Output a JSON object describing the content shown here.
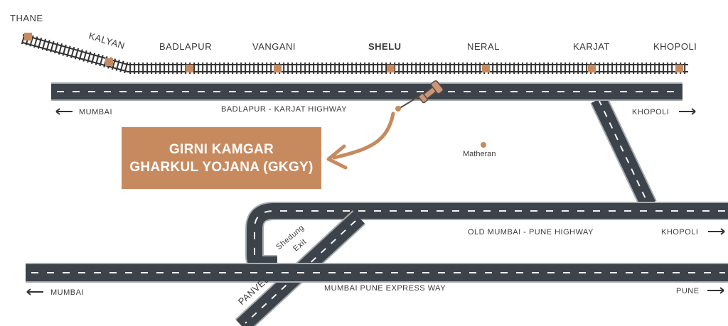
{
  "stations": {
    "thane": "THANE",
    "kalyan": "KALYAN",
    "badlapur": "BADLAPUR",
    "vangani": "VANGANI",
    "shelu": "SHELU",
    "neral": "NERAL",
    "karjat": "KARJAT",
    "khopoli": "KHOPOLI"
  },
  "roads": {
    "badlapur_karjat_highway": "BADLAPUR - KARJAT HIGHWAY",
    "old_mumbai_pune_highway": "OLD MUMBAI - PUNE HIGHWAY",
    "mumbai_pune_expressway": "MUMBAI PUNE EXPRESS WAY",
    "shedung_exit_line1": "Shedung",
    "shedung_exit_line2": "Exit",
    "panvel": "PANVEL"
  },
  "directions": {
    "mumbai_top": "MUMBAI",
    "khopoli_top": "KHOPOLI",
    "khopoli_mid": "KHOPOLI",
    "mumbai_bottom": "MUMBAI",
    "pune_bottom": "PUNE"
  },
  "places": {
    "matheran": "Matheran"
  },
  "callout": {
    "line1": "GIRNI KAMGAR",
    "line2": "GHARKUL YOJANA (GKGY)"
  },
  "colors": {
    "road": "#3d434a",
    "road_edge": "#a7abae",
    "road_dash": "#f4f4f4",
    "track": "#333333",
    "station_dot": "#c78a5e",
    "accent": "#c78a5e",
    "pin": "#c9967a"
  }
}
